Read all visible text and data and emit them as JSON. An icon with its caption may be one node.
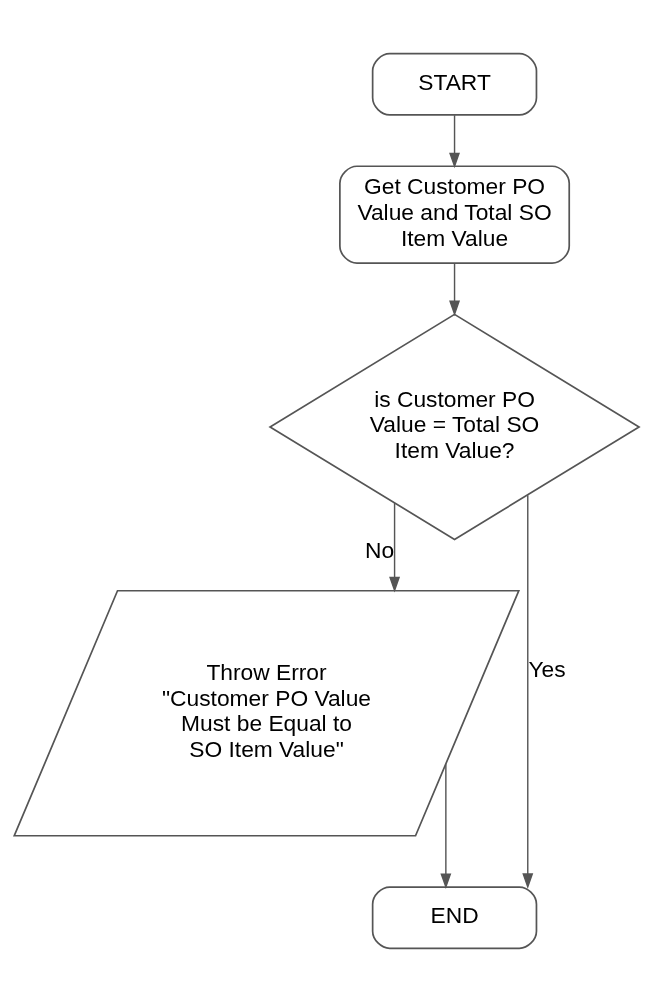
{
  "diagram": {
    "nodes": [
      {
        "text": [
          "START"
        ]
      },
      {
        "text": [
          "Get Customer PO Value and Total SO Item Value"
        ]
      },
      {
        "text": [
          "is Customer PO Value = Total SO Item Value?"
        ]
      },
      {
        "text": [
          "Throw Error \"Customer PO Value Must be Equal to SO Item Value\""
        ]
      },
      {
        "text": [
          "END"
        ]
      }
    ],
    "edges": [
      {
        "from": 0,
        "to": 1,
        "arrow": "to"
      },
      {
        "from": 1,
        "to": 2,
        "arrow": "to"
      },
      {
        "from": 2,
        "to": 3,
        "arrow": "to",
        "label": "No"
      },
      {
        "from": 3,
        "to": 4,
        "arrow": "to"
      },
      {
        "from": 2,
        "to": 4,
        "arrow": "to",
        "label": "Yes"
      }
    ]
  }
}
